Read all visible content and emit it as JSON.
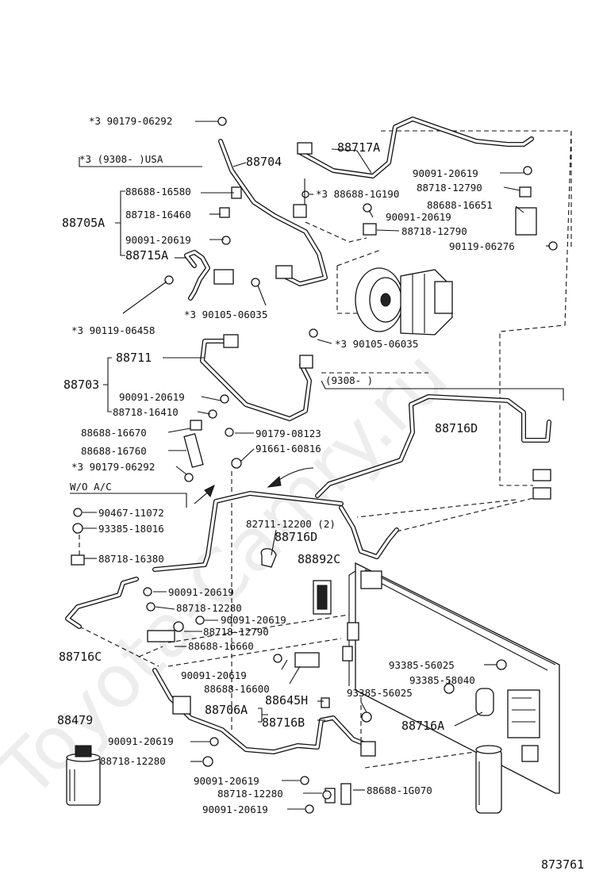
{
  "watermark": "Toyota-Camry.ru",
  "diagram_number": "873761",
  "main_labels": {
    "hose_88704": "88704",
    "tube_88717a": "88717A",
    "tube_88705a": "88705A",
    "tube_88715a": "88715A",
    "tube_88711": "88711",
    "tube_88703": "88703",
    "tube_88716d_upper": "88716D",
    "tube_88716d_lower": "88716D",
    "clamp_82711": "82711-12200 (2)",
    "cushion_88892c": "88892C",
    "tube_88716c": "88716C",
    "tube_88706a": "88706A",
    "switch_88645h": "88645H",
    "tube_88716b": "88716B",
    "tube_88716a": "88716A",
    "dryer_88479": "88479"
  },
  "notes": {
    "usa_range": "*3 (9308-     )USA",
    "range_9308": "(9308-             )",
    "wo_ac": "W/O A/C"
  },
  "callouts": [
    "*3 90179-06292",
    "88688-16580",
    "88718-16460",
    "90091-20619",
    "*3 90119-06458",
    "*3 90105-06035",
    "*3 88688-1G190",
    "90091-20619",
    "88718-12790",
    "90091-20619",
    "88718-12790",
    "88688-16651",
    "90119-06276",
    "*3 90105-06035",
    "90091-20619",
    "88718-16410",
    "88688-16670",
    "90179-08123",
    "88688-16760",
    "91661-60816",
    "*3 90179-06292",
    "90467-11072",
    "93385-18016",
    "88718-16380",
    "90091-20619",
    "88718-12280",
    "90091-20619",
    "88718-12790",
    "88688-16660",
    "90091-20619",
    "88688-16600",
    "93385-56025",
    "93385-56025",
    "93385-58040",
    "90091-20619",
    "88718-12280",
    "90091-20619",
    "88718-12280",
    "88688-1G070",
    "90091-20619"
  ]
}
